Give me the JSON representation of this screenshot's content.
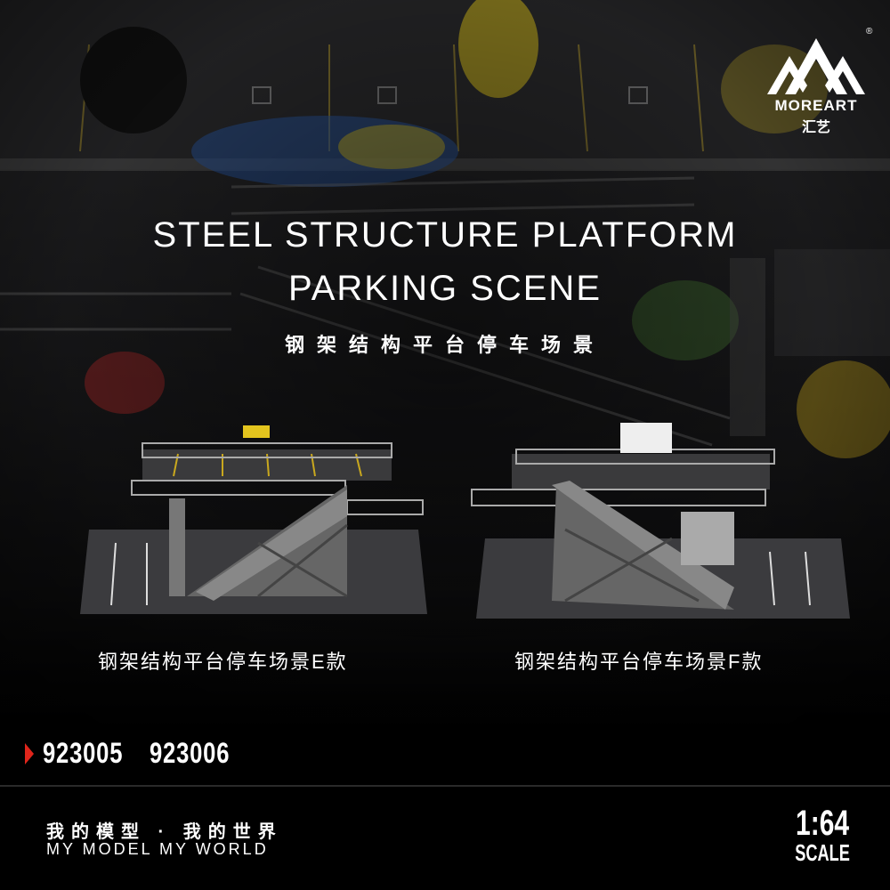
{
  "brand": {
    "name": "MOREART",
    "name_cn": "汇艺",
    "registered": "®"
  },
  "title": {
    "line1": "STEEL STRUCTURE PLATFORM",
    "line2": "PARKING SCENE",
    "subtitle_cn": "钢架结构平台停车场景"
  },
  "products": [
    {
      "caption": "钢架结构平台停车场景E款"
    },
    {
      "caption": "钢架结构平台停车场景F款"
    }
  ],
  "codes": [
    "923005",
    "923006"
  ],
  "footer": {
    "slogan_cn": "我的模型 · 我的世界",
    "slogan_en": "MY MODEL MY WORLD",
    "ratio": "1:64",
    "scale_label": "SCALE"
  },
  "colors": {
    "accent": "#e0251b",
    "background": "#000000"
  }
}
